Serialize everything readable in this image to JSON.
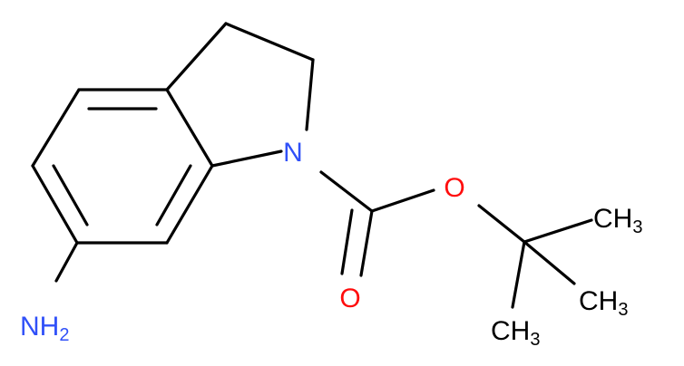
{
  "colors": {
    "background": "#ffffff",
    "bond": "#000000",
    "nitrogen": "#3050F8",
    "oxygen": "#FF0D0D",
    "carbon_label": "#000000"
  },
  "atoms": {
    "ring_n": {
      "element": "N",
      "sub": ""
    },
    "carbonyl_o": {
      "element": "O",
      "sub": ""
    },
    "ester_o": {
      "element": "O",
      "sub": ""
    },
    "amine_n": {
      "element": "NH",
      "sub": "2"
    },
    "methyl_1": {
      "element": "CH",
      "sub": "3"
    },
    "methyl_2": {
      "element": "CH",
      "sub": "3"
    },
    "methyl_3": {
      "element": "CH",
      "sub": "3"
    }
  }
}
